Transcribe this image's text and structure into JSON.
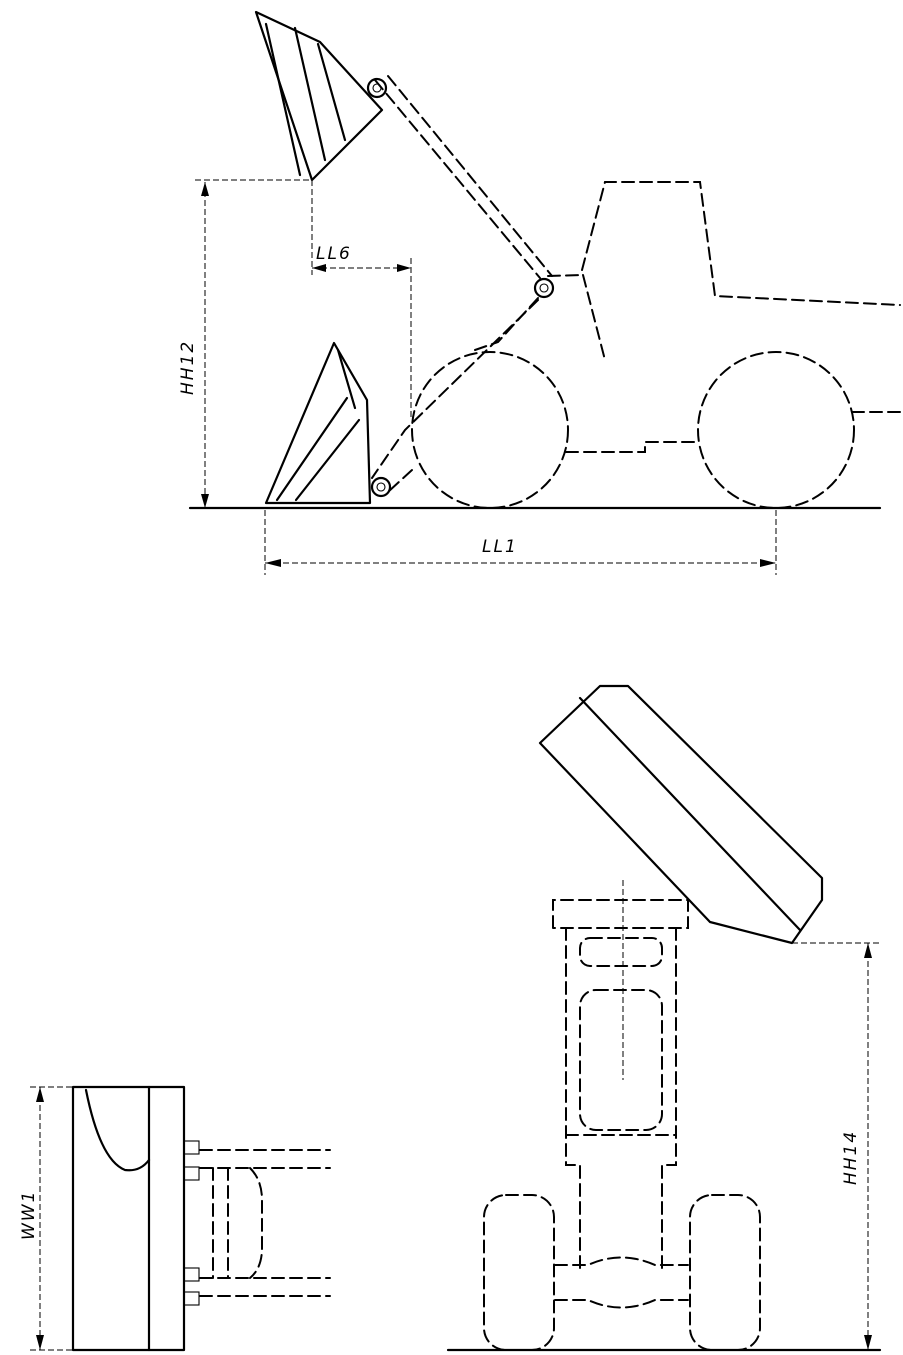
{
  "dimensions": {
    "hh12": "HH12",
    "ll6": "LL6",
    "ll1": "LL1",
    "hh14": "HH14",
    "ww1": "WW1"
  },
  "colors": {
    "line": "#000000",
    "background": "#ffffff"
  }
}
